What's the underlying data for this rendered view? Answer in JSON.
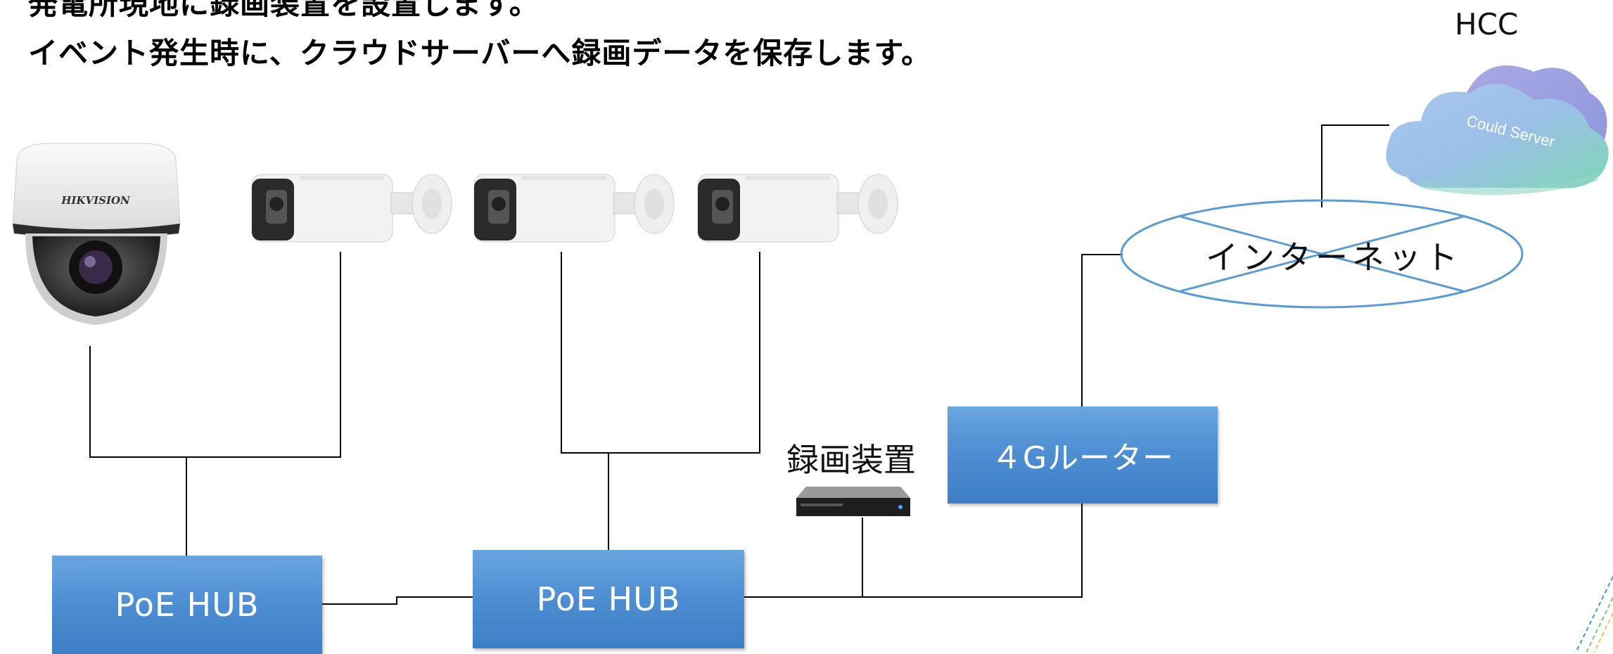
{
  "heading": {
    "line1": "発電所現地に録画装置を設置します。",
    "line2": "イベント発生時に、クラウドサーバーへ録画データを保存します。"
  },
  "nodes": {
    "poe_hub_1": "PoE HUB",
    "poe_hub_2": "PoE HUB",
    "router": "４Gルーター",
    "recorder": "録画装置",
    "internet": "インターネット",
    "hcc": "HCC",
    "cloud_server": "Could Server",
    "dome_brand": "HIKVISION"
  },
  "colors": {
    "box_blue": "#4f8fd3",
    "internet_outline": "#5b9bd5",
    "cloud_teal": "#8fd3c8",
    "cloud_purple": "#8f8fd8"
  },
  "icons": {
    "dome_camera": "ptz-dome-camera-icon",
    "bullet_camera": "bullet-camera-icon",
    "recorder": "nvr-device-icon",
    "cloud": "cloud-server-icon"
  }
}
